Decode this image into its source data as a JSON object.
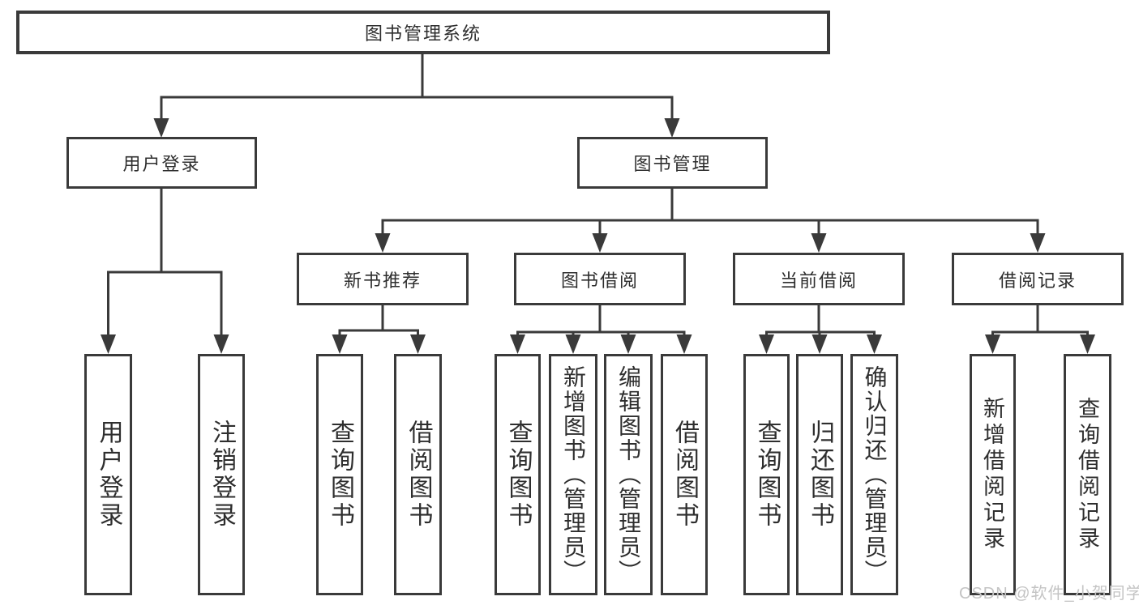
{
  "title": "图书管理系统",
  "watermark": "CSDN @软件_小贺同学",
  "colors": {
    "line": "#3a3a3a",
    "text": "#2e2e2e",
    "background": "#ffffff",
    "watermark": "#c4c4c4"
  },
  "nodes": {
    "root": {
      "label": "图书管理系统"
    },
    "userLogin": {
      "label": "用户登录",
      "children": [
        {
          "label": "用户登录"
        },
        {
          "label": "注销登录"
        }
      ]
    },
    "bookManage": {
      "label": "图书管理"
    },
    "newBookRec": {
      "label": "新书推荐",
      "children": [
        {
          "label": "查询图书"
        },
        {
          "label": "借阅图书"
        }
      ]
    },
    "bookBorrow": {
      "label": "图书借阅",
      "children": [
        {
          "label": "查询图书"
        },
        {
          "label": "新增图书（管理员）"
        },
        {
          "label": "编辑图书（管理员）"
        },
        {
          "label": "借阅图书"
        }
      ]
    },
    "currentBorrow": {
      "label": "当前借阅",
      "children": [
        {
          "label": "查询图书"
        },
        {
          "label": "归还图书"
        },
        {
          "label": "确认归还（管理员）"
        }
      ]
    },
    "borrowRecord": {
      "label": "借阅记录",
      "children": [
        {
          "label": "新增借阅记录"
        },
        {
          "label": "查询借阅记录"
        }
      ]
    }
  }
}
